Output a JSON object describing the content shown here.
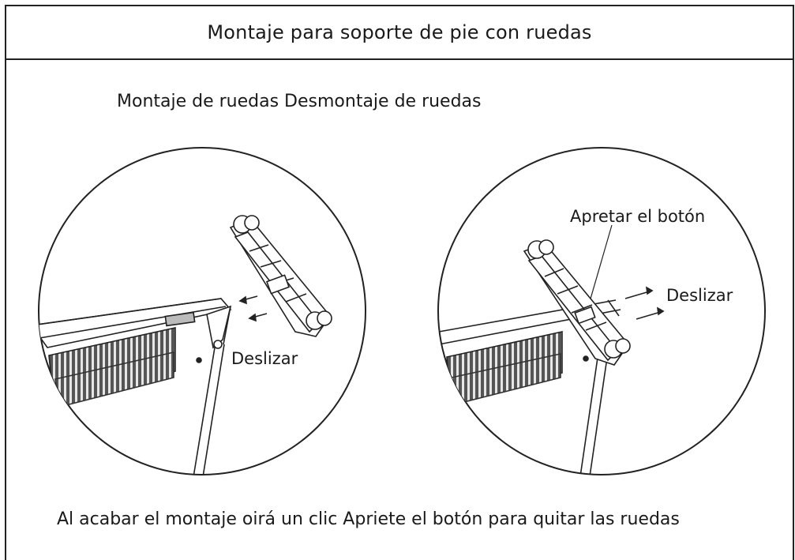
{
  "title": "Montaje para soporte de pie con ruedas",
  "subtitle": "Montaje de ruedas Desmontaje de ruedas",
  "left_panel": {
    "slide_label": "Deslizar"
  },
  "right_panel": {
    "button_label": "Apretar el botón",
    "slide_label": "Deslizar"
  },
  "footer": "Al acabar el montaje oirá un clic Apriete el botón para quitar las ruedas"
}
